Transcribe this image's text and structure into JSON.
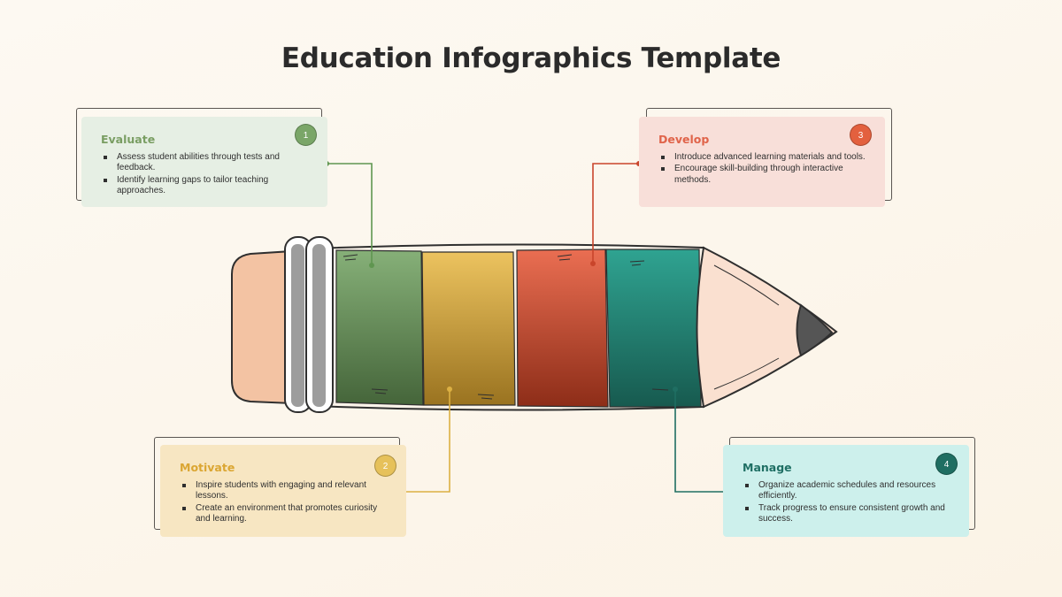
{
  "title": "Education Infographics Template",
  "colors": {
    "green": "#7aa668",
    "yellow": "#e2b74d",
    "red": "#e0644a",
    "teal": "#2a9887",
    "eraser": "#f3c3a3",
    "wood": "#fae0d0",
    "graphite": "#555555"
  },
  "steps": [
    {
      "number": "1",
      "heading": "Evaluate",
      "heading_color": "#7a9e63",
      "card_bg": "#e6efe4",
      "badge_color": "#7aa668",
      "bullets": [
        "Assess student abilities through tests and feedback.",
        "Identify learning gaps to tailor teaching approaches."
      ]
    },
    {
      "number": "2",
      "heading": "Motivate",
      "heading_color": "#dba632",
      "card_bg": "#f7e6c2",
      "badge_color": "#e6c15a",
      "bullets": [
        "Inspire students with engaging and relevant lessons.",
        "Create an environment that promotes curiosity and learning."
      ]
    },
    {
      "number": "3",
      "heading": "Develop",
      "heading_color": "#e0644a",
      "card_bg": "#f8dfd9",
      "badge_color": "#e3603e",
      "bullets": [
        "Introduce advanced learning materials and tools.",
        "Encourage skill-building through interactive methods."
      ]
    },
    {
      "number": "4",
      "heading": "Manage",
      "heading_color": "#1f6f64",
      "card_bg": "#cdf0ec",
      "badge_color": "#1f6e62",
      "bullets": [
        "Organize academic schedules and resources efficiently.",
        "Track progress to ensure consistent growth and success."
      ]
    }
  ]
}
